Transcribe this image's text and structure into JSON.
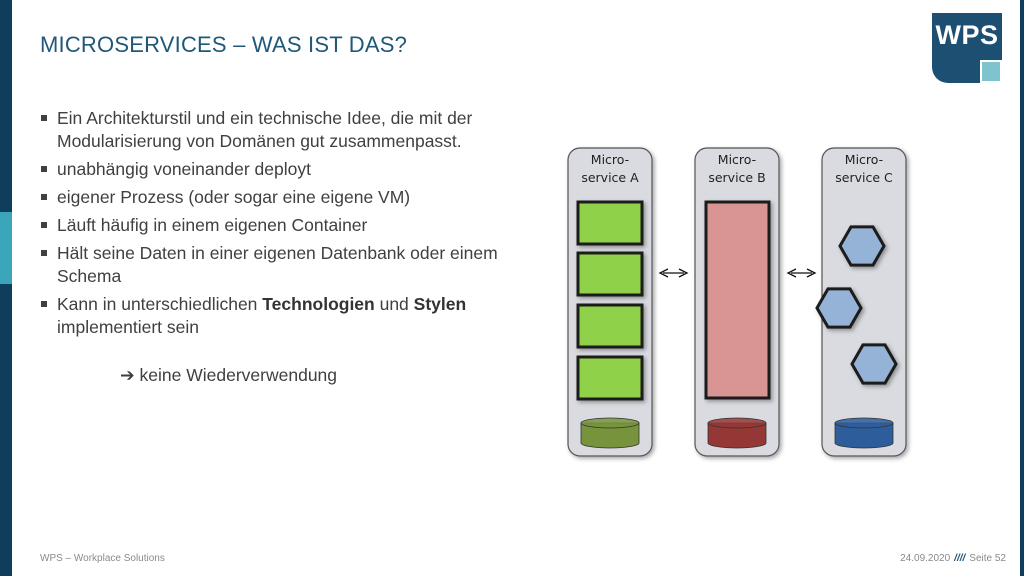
{
  "slide": {
    "title": "MICROSERVICES – WAS IST DAS?",
    "logo_text": "WPS",
    "bullets": [
      {
        "parts": [
          {
            "text": "Ein Architekturstil und ein technische Idee, die mit der Modularisierung von Domänen gut zusammenpasst.",
            "bold": false
          }
        ]
      },
      {
        "parts": [
          {
            "text": "unabhängig voneinander deployt",
            "bold": false
          }
        ]
      },
      {
        "parts": [
          {
            "text": "eigener Prozess (oder sogar eine eigene VM)",
            "bold": false
          }
        ]
      },
      {
        "parts": [
          {
            "text": "Läuft häufig in einem eigenen Container",
            "bold": false
          }
        ]
      },
      {
        "parts": [
          {
            "text": "Hält seine Daten in einer eigenen Datenbank oder einem Schema",
            "bold": false
          }
        ]
      },
      {
        "parts": [
          {
            "text": "Kann in unterschiedlichen ",
            "bold": false
          },
          {
            "text": "Technologien",
            "bold": true
          },
          {
            "text": " und ",
            "bold": false
          },
          {
            "text": "Stylen",
            "bold": true
          },
          {
            "text": " implementiert sein",
            "bold": false
          }
        ]
      }
    ],
    "arrow_text": "keine Wiederverwendung"
  },
  "diagram": {
    "services": [
      {
        "label_line1": "Micro-",
        "label_line2": "service A",
        "module_color": "#8fd148",
        "db_color": "#77933c"
      },
      {
        "label_line1": "Micro-",
        "label_line2": "service B",
        "module_color": "#d99594",
        "db_color": "#953735"
      },
      {
        "label_line1": "Micro-",
        "label_line2": "service C",
        "module_color": "#95b3d7",
        "db_color": "#2e5d9b"
      }
    ],
    "panel_color": "#d9dbe0",
    "icons": [
      "double-arrow-icon",
      "database-icon",
      "hexagon-icon"
    ]
  },
  "footer": {
    "left": "WPS – Workplace Solutions",
    "date": "24.09.2020",
    "separator": "////",
    "page": "Seite 52"
  }
}
